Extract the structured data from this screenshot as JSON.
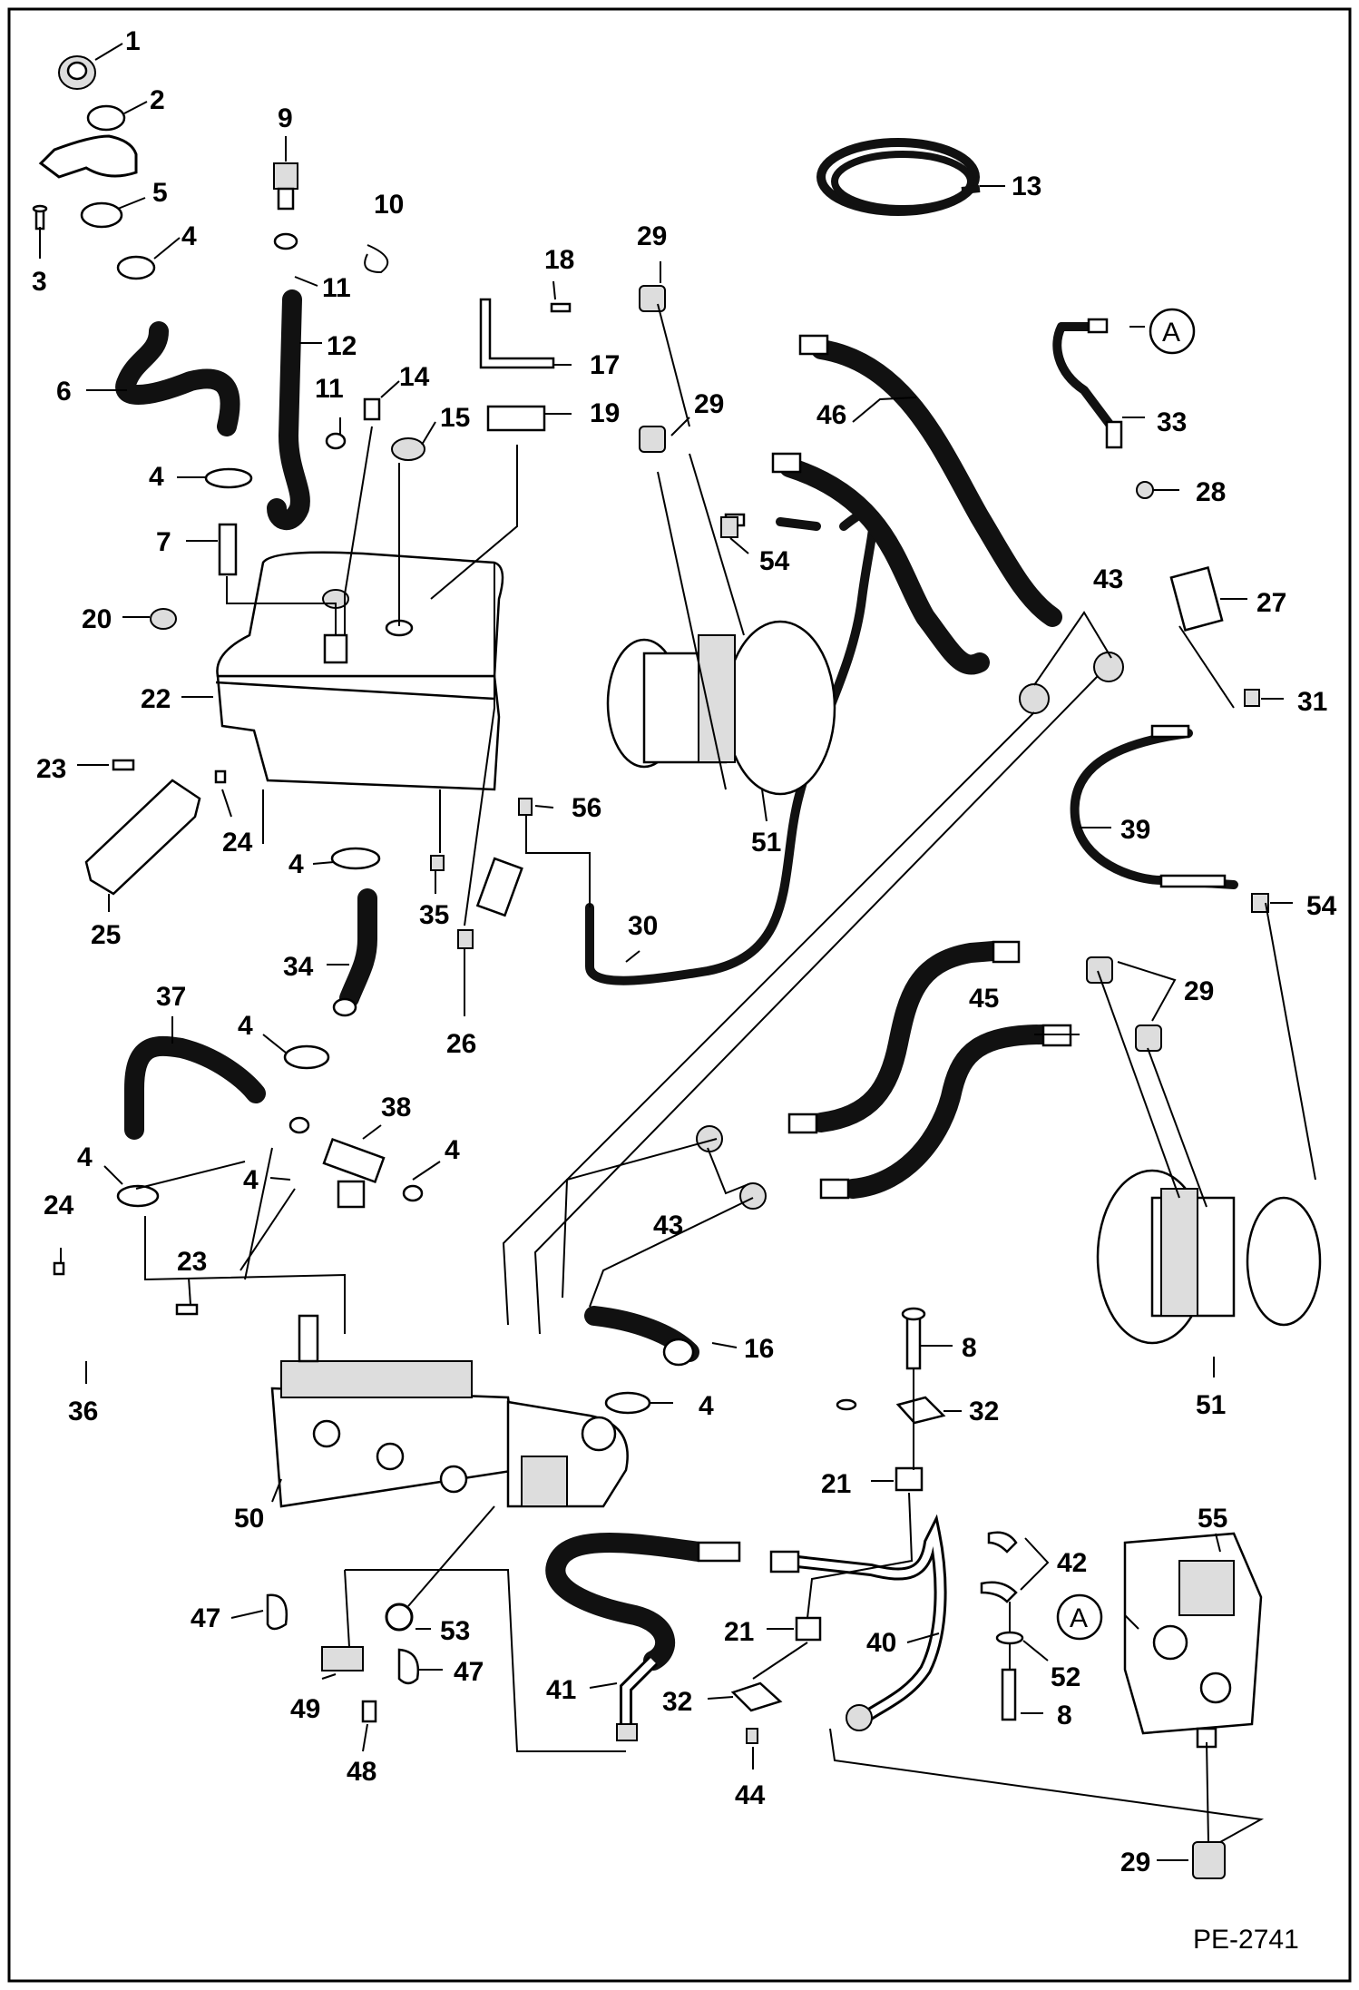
{
  "diagram_code": "PE-2741",
  "reference_letter": "A",
  "callouts": [
    {
      "id": "c1",
      "label": "1"
    },
    {
      "id": "c2",
      "label": "2"
    },
    {
      "id": "c3",
      "label": "3"
    },
    {
      "id": "c4a",
      "label": "4"
    },
    {
      "id": "c5",
      "label": "5"
    },
    {
      "id": "c6",
      "label": "6"
    },
    {
      "id": "c4b",
      "label": "4"
    },
    {
      "id": "c7",
      "label": "7"
    },
    {
      "id": "c9",
      "label": "9"
    },
    {
      "id": "c10",
      "label": "10"
    },
    {
      "id": "c11a",
      "label": "11"
    },
    {
      "id": "c12",
      "label": "12"
    },
    {
      "id": "c11b",
      "label": "11"
    },
    {
      "id": "c14",
      "label": "14"
    },
    {
      "id": "c15",
      "label": "15"
    },
    {
      "id": "c18",
      "label": "18"
    },
    {
      "id": "c17",
      "label": "17"
    },
    {
      "id": "c19",
      "label": "19"
    },
    {
      "id": "c13",
      "label": "13"
    },
    {
      "id": "c29a",
      "label": "29"
    },
    {
      "id": "c29b",
      "label": "29"
    },
    {
      "id": "c46",
      "label": "46"
    },
    {
      "id": "c54a",
      "label": "54"
    },
    {
      "id": "c43a",
      "label": "43"
    },
    {
      "id": "c33",
      "label": "33"
    },
    {
      "id": "c28",
      "label": "28"
    },
    {
      "id": "c27",
      "label": "27"
    },
    {
      "id": "c31",
      "label": "31"
    },
    {
      "id": "c39",
      "label": "39"
    },
    {
      "id": "c54b",
      "label": "54"
    },
    {
      "id": "c20",
      "label": "20"
    },
    {
      "id": "c22",
      "label": "22"
    },
    {
      "id": "c23a",
      "label": "23"
    },
    {
      "id": "c24a",
      "label": "24"
    },
    {
      "id": "c25",
      "label": "25"
    },
    {
      "id": "c4c",
      "label": "4"
    },
    {
      "id": "c35",
      "label": "35"
    },
    {
      "id": "c56",
      "label": "56"
    },
    {
      "id": "c51a",
      "label": "51"
    },
    {
      "id": "c30",
      "label": "30"
    },
    {
      "id": "c34",
      "label": "34"
    },
    {
      "id": "c26",
      "label": "26"
    },
    {
      "id": "c37",
      "label": "37"
    },
    {
      "id": "c4d",
      "label": "4"
    },
    {
      "id": "c38",
      "label": "38"
    },
    {
      "id": "c4e",
      "label": "4"
    },
    {
      "id": "c4f",
      "label": "4"
    },
    {
      "id": "c4g",
      "label": "4"
    },
    {
      "id": "c24b",
      "label": "24"
    },
    {
      "id": "c23b",
      "label": "23"
    },
    {
      "id": "c36",
      "label": "36"
    },
    {
      "id": "c45",
      "label": "45"
    },
    {
      "id": "c29c",
      "label": "29"
    },
    {
      "id": "c43b",
      "label": "43"
    },
    {
      "id": "c16",
      "label": "16"
    },
    {
      "id": "c4h",
      "label": "4"
    },
    {
      "id": "c50",
      "label": "50"
    },
    {
      "id": "c8a",
      "label": "8"
    },
    {
      "id": "c32a",
      "label": "32"
    },
    {
      "id": "c21a",
      "label": "21"
    },
    {
      "id": "c51b",
      "label": "51"
    },
    {
      "id": "c42",
      "label": "42"
    },
    {
      "id": "c55",
      "label": "55"
    },
    {
      "id": "c47a",
      "label": "47"
    },
    {
      "id": "c53",
      "label": "53"
    },
    {
      "id": "c47b",
      "label": "47"
    },
    {
      "id": "c49",
      "label": "49"
    },
    {
      "id": "c48",
      "label": "48"
    },
    {
      "id": "c41",
      "label": "41"
    },
    {
      "id": "c21b",
      "label": "21"
    },
    {
      "id": "c40",
      "label": "40"
    },
    {
      "id": "c32b",
      "label": "32"
    },
    {
      "id": "c44",
      "label": "44"
    },
    {
      "id": "c52",
      "label": "52"
    },
    {
      "id": "c8b",
      "label": "8"
    },
    {
      "id": "c29d",
      "label": "29"
    }
  ]
}
